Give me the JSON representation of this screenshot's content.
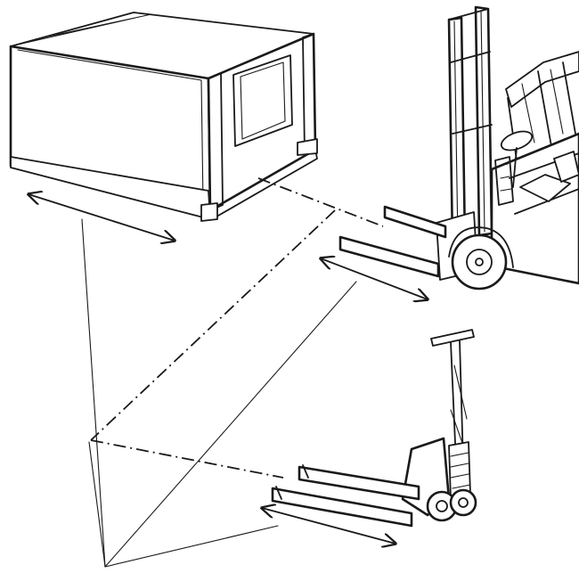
{
  "figure": {
    "objects": [
      "shipping-crate",
      "forklift-truck",
      "pallet-jack"
    ],
    "annotations": [
      "width-arrow-crate",
      "width-arrow-forklift-forks",
      "width-arrow-pallet-jack-forks"
    ],
    "colors": {
      "ink": "#1a1a1a",
      "paper": "#ffffff"
    }
  }
}
